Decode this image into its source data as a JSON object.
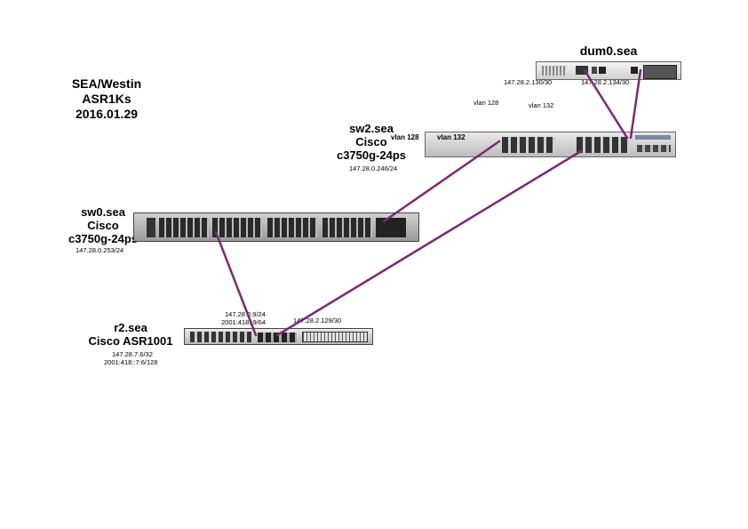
{
  "diagram": {
    "title": [
      "SEA/Westin",
      "ASR1Ks",
      "2016.01.29"
    ],
    "link_color": "#7b2a73"
  },
  "devices": {
    "dum0": {
      "name": "dum0.sea",
      "ip_left": "147.28.2.130/30",
      "ip_right": "147.28.2.134/30"
    },
    "sw2": {
      "name": "sw2.sea",
      "vendor": "Cisco",
      "model": "c3750g-24ps",
      "ip": "147.28.0.246/24"
    },
    "sw0": {
      "name": "sw0.sea",
      "vendor": "Cisco",
      "model": "c3750g-24ps",
      "ip": "147.28.0.253/24"
    },
    "r2": {
      "name": "r2.sea",
      "model": "Cisco ASR1001",
      "ip4": "147.28.7.6/32",
      "ip6": "2001:418::7:6/128",
      "link_ip4": "147.28.0.9/24",
      "link_ip6": "2001:418::9/64",
      "link_ip_sw2": "147.28.2.129/30"
    }
  },
  "vlans": {
    "v128_top": "vlan 128",
    "v132_top": "vlan 132",
    "v128_sw": "vlan 128",
    "v132_sw": "vlan 132"
  }
}
